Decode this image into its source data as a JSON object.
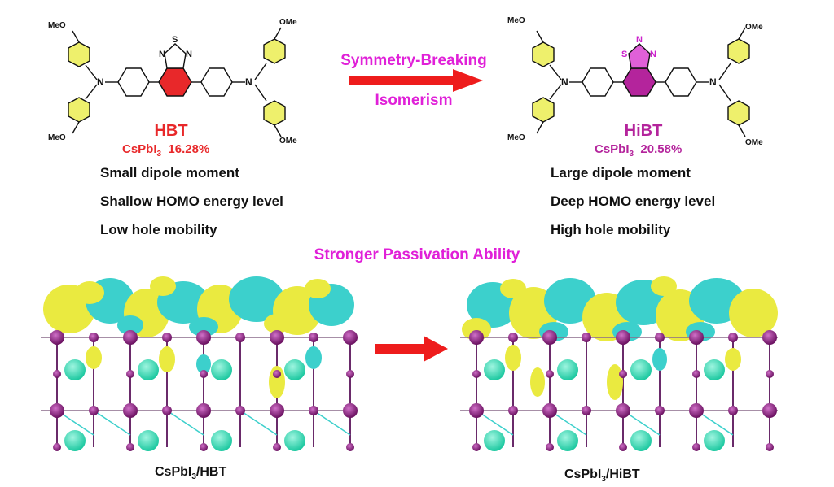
{
  "left": {
    "substituents": [
      "MeO",
      "MeO",
      "OMe",
      "OMe"
    ],
    "nitrogen_label": "N",
    "thiadiazole_atoms": [
      "N",
      "S",
      "N"
    ],
    "name": "HBT",
    "efficiency_prefix": "CsPbI",
    "efficiency_sub": "3",
    "efficiency_value": "16.28%",
    "properties": [
      "Small dipole moment",
      "Shallow  HOMO energy level",
      "Low hole mobility"
    ],
    "caption_prefix": "CsPbI",
    "caption_sub": "3",
    "caption_suffix": "/HBT"
  },
  "right": {
    "substituents": [
      "MeO",
      "MeO",
      "OMe",
      "OMe"
    ],
    "nitrogen_label": "N",
    "thiadiazole_atoms": [
      "S",
      "N",
      "N"
    ],
    "name": "HiBT",
    "efficiency_prefix": "CsPbI",
    "efficiency_sub": "3",
    "efficiency_value": "20.58%",
    "properties": [
      "Large dipole moment",
      "Deep  HOMO energy level",
      "High hole mobility"
    ],
    "caption_prefix": "CsPbI",
    "caption_sub": "3",
    "caption_suffix": "/HiBT"
  },
  "arrow_label_top": "Symmetry-Breaking",
  "arrow_label_bottom": "Isomerism",
  "passivation_label": "Stronger Passivation Ability",
  "colors": {
    "hbt_red": "#e8282a",
    "hibt_magenta": "#b4249c",
    "label_magenta": "#e020d8",
    "arrow_red": "#ee1c1c",
    "ring_yellow": "#eef06c",
    "iso_yellow": "#eaea40",
    "iso_cyan": "#3cd0cc",
    "iodine_purple": "#8a1e84",
    "cesium_teal": "#2ee0b8"
  }
}
